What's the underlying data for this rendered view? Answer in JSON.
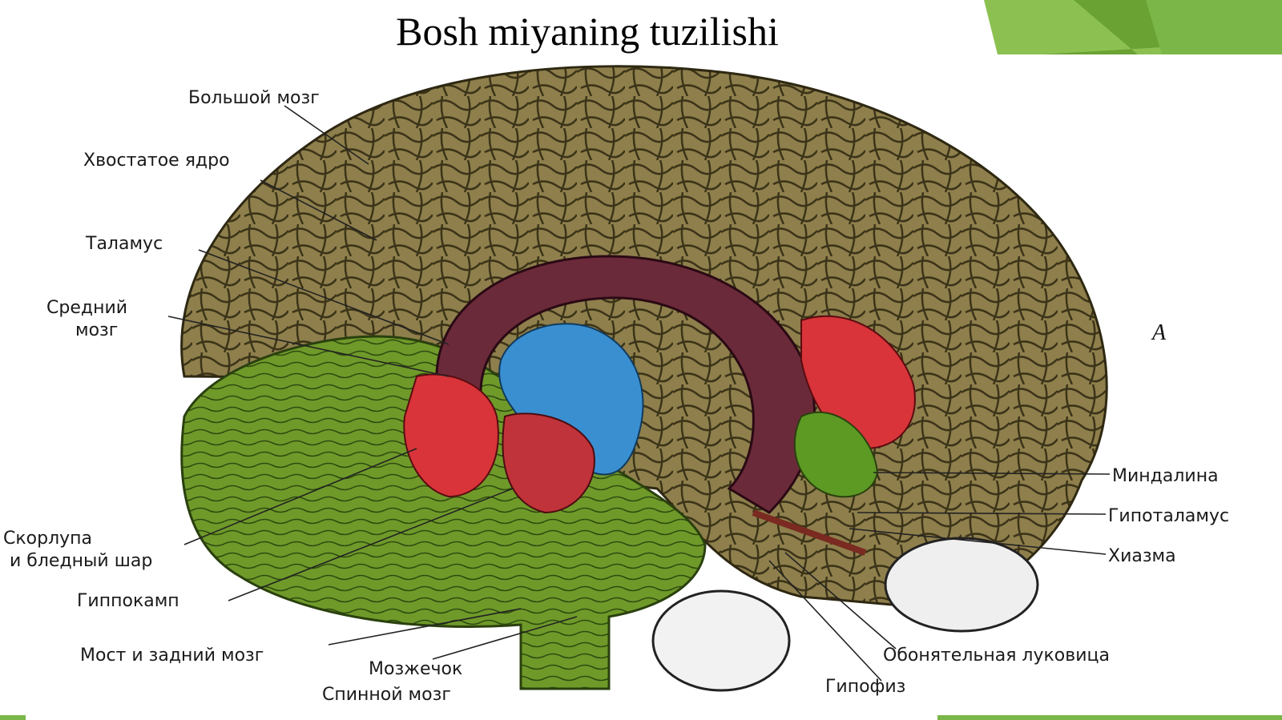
{
  "slide": {
    "title": "Bosh miyaning tuzilishi",
    "accent_color": "#7ab648",
    "accent_dark": "#4f8a2a"
  },
  "figure": {
    "letter": "A",
    "colors": {
      "cortex": "#8a7a4a",
      "cerebellum": "#6f9a2a",
      "caudate": "#6b2a3a",
      "thalamus": "#3a8fd0",
      "putamen": "#d8343a",
      "eyeball": "#f2f2f2"
    },
    "labels": {
      "cerebrum": "Большой мозг",
      "caudate": "Хвостатое ядро",
      "thalamus": "Таламус",
      "midbrain_1": "Средний",
      "midbrain_2": "мозг",
      "putamen_1": "Скорлупа",
      "putamen_2": "и бледный шар",
      "hippocampus": "Гиппокамп",
      "pons": "Мост и задний мозг",
      "cerebellum": "Мозжечок",
      "spinal_cord": "Спинной мозг",
      "amygdala": "Миндалина",
      "hypothalamus": "Гипоталамус",
      "chiasm": "Хиазма",
      "olfactory_bulb": "Обонятельная луковица",
      "pituitary": "Гипофиз"
    }
  }
}
